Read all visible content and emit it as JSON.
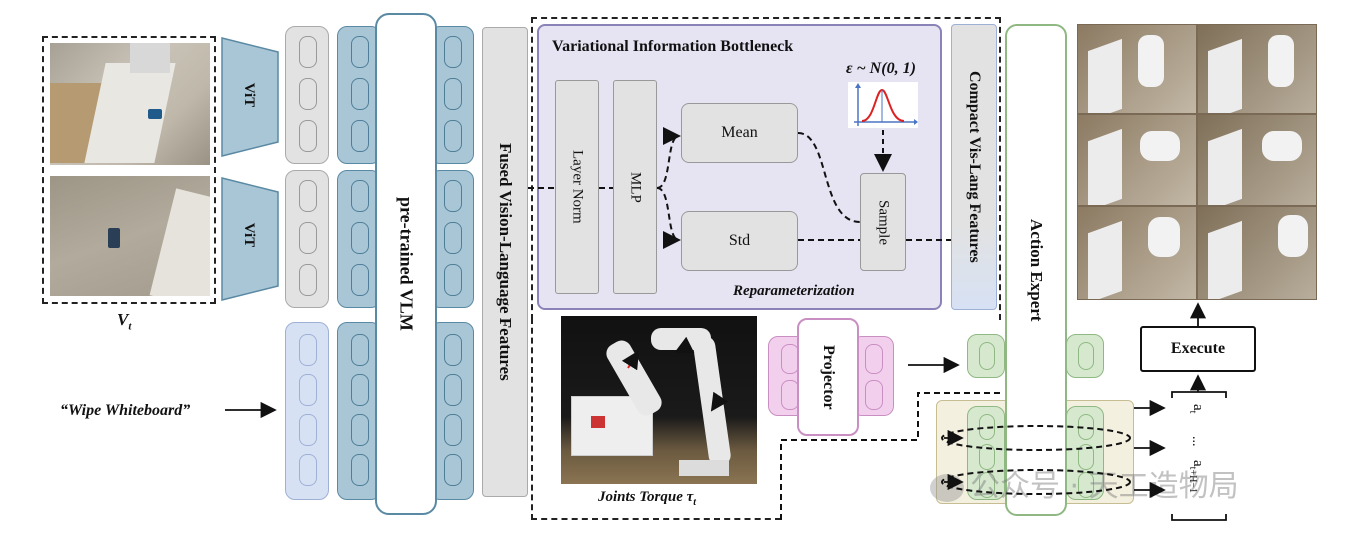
{
  "inputs": {
    "vt_label": "V",
    "vt_sub": "t",
    "instruction": "“Wipe Whiteboard”"
  },
  "encoders": {
    "vit_1": "ViT",
    "vit_2": "ViT"
  },
  "vlm": {
    "label": "pre-trained VLM"
  },
  "fused": {
    "label": "Fused Vision-Language Features"
  },
  "vib": {
    "title": "Variational Information Bottleneck",
    "layer_norm": "Layer Norm",
    "mlp": "MLP",
    "mean": "Mean",
    "std": "Std",
    "sample": "Sample",
    "reparam": "Reparameterization",
    "epsilon": "ε ~ N(0, 1)"
  },
  "compact": {
    "label": "Compact Vis-Lang Features"
  },
  "torque": {
    "label": "Joints Torque τ",
    "sub": "t"
  },
  "projector": {
    "label": "Projector"
  },
  "action_expert": {
    "label": "Action Expert"
  },
  "execute": {
    "label": "Execute"
  },
  "actions": {
    "a_first": "a",
    "a_first_sub": "t",
    "a_dots": "...",
    "a_last": "a",
    "a_last_sub": "t+H−1"
  },
  "watermark": {
    "text": "公众号 · 天工造物局"
  },
  "colors": {
    "vit_fill": "#a9c6d6",
    "vlm_token_fill": "#a9c6d6",
    "gray_token_fill": "#e2e2e2",
    "lang_token_fill": "#d7e1f4",
    "vib_bg": "#e6e4f3",
    "projector_fill": "#f3cfee",
    "action_token_fill": "#d6e9cf",
    "loop_bg": "#f4f0df"
  }
}
